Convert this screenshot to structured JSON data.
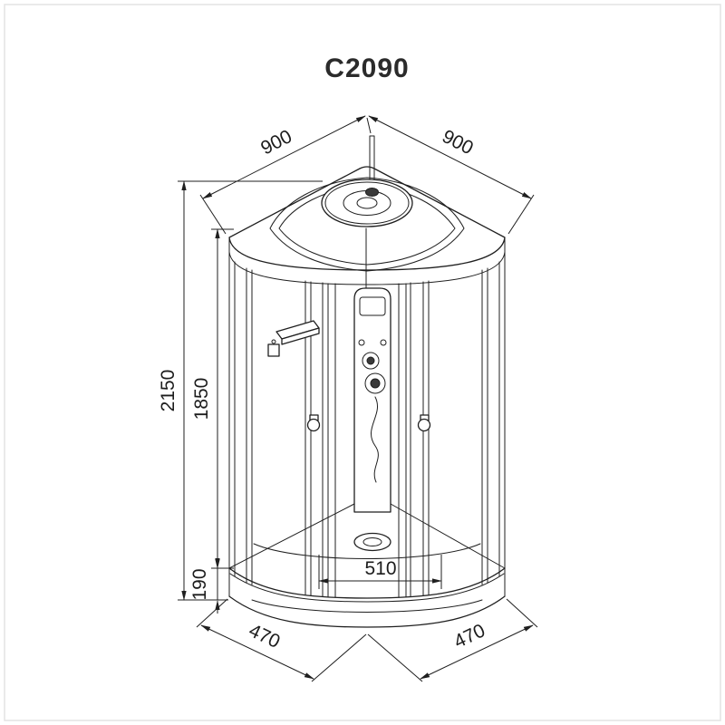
{
  "title": "C2090",
  "dimensions": {
    "top_left_width": "900",
    "top_right_width": "900",
    "total_height": "2150",
    "cabin_height": "1850",
    "tray_height": "190",
    "entry_width": "510",
    "bottom_left_width": "470",
    "bottom_right_width": "470"
  },
  "colors": {
    "line": "#1f1f1f",
    "background": "#ffffff",
    "frame_border": "#e3e3e3"
  }
}
